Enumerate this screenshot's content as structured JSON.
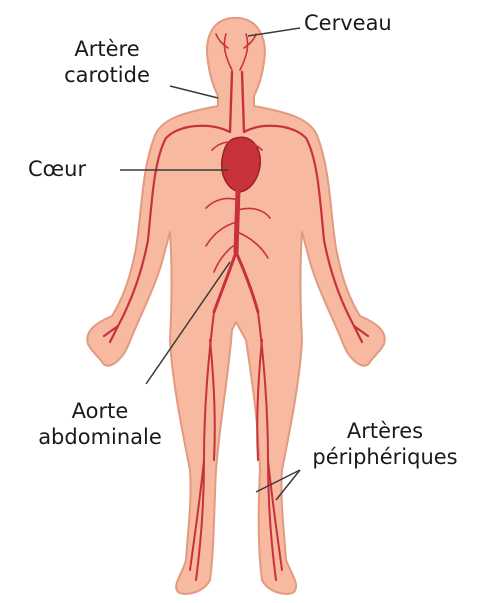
{
  "labels": {
    "brain": "Cerveau",
    "carotid_line1": "Artère",
    "carotid_line2": "carotide",
    "heart": "Cœur",
    "aorta_line1": "Aorte",
    "aorta_line2": "abdominale",
    "peripheral_line1": "Artères",
    "peripheral_line2": "périphériques"
  },
  "colors": {
    "skin": "#f7b9a0",
    "skin_outline": "#e29a80",
    "artery": "#c8323a",
    "artery_dark": "#9d1f28",
    "leader": "#3a3a3a",
    "text": "#1a1a1a"
  }
}
